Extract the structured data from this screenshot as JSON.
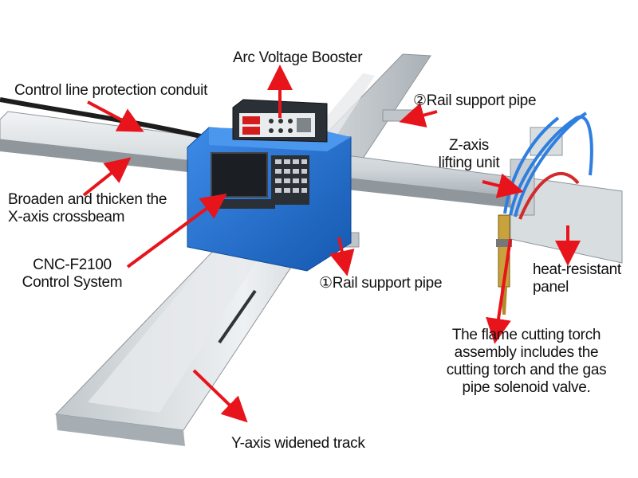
{
  "labels": {
    "arc_voltage_booster": "Arc Voltage Booster",
    "control_line_conduit": "Control line protection conduit",
    "rail_support_pipe_2": "②Rail support pipe",
    "z_axis_lifting": [
      "Z-axis",
      "lifting unit"
    ],
    "broaden_crossbeam": [
      "Broaden and thicken the",
      "X-axis crossbeam"
    ],
    "heat_resistant_panel": [
      "heat-resistant",
      "panel"
    ],
    "cnc_control_system": [
      "CNC-F2100",
      "Control System"
    ],
    "rail_support_pipe_1": "①Rail support pipe",
    "flame_torch": [
      "The flame cutting torch",
      "assembly includes the",
      "cutting torch and the gas",
      "pipe solenoid valve."
    ],
    "y_axis_track": "Y-axis widened track"
  },
  "colors": {
    "arrow": "#e8141c",
    "machine_blue": "#1f6fd0",
    "rail_silver": "#d5dadd",
    "panel_dark": "#2b2f36",
    "hose_blue": "#2f7fe0",
    "hose_red": "#d22b2b"
  }
}
